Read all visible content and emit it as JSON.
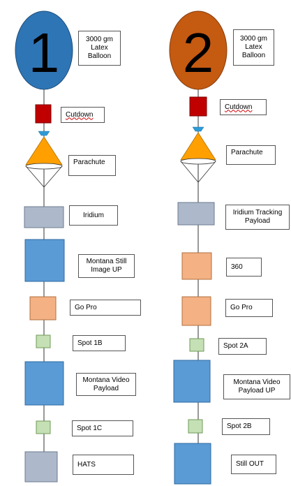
{
  "colors": {
    "balloon1": "#2e75b6",
    "balloon2": "#c55a11",
    "cutdown": "#c00000",
    "swivel": "#2e9bd6",
    "parachute": "#ffa000",
    "iridium": "#adb9ca",
    "payload_blue": "#5b9bd5",
    "gopro": "#f4b183",
    "spot": "#c5e0b4",
    "line": "#333333"
  },
  "stack1": {
    "number": "1",
    "balloon_label": "3000 gm\nLatex\nBalloon",
    "cutdown_label": "Cutdown",
    "parachute_label": "Parachute",
    "payloads": [
      {
        "label": "Iridium"
      },
      {
        "label": "Montana Still\nImage UP"
      },
      {
        "label": "Go Pro"
      },
      {
        "label": "Spot 1B"
      },
      {
        "label": "Montana Video\nPayload"
      },
      {
        "label": "Spot 1C"
      },
      {
        "label": "HATS"
      }
    ]
  },
  "stack2": {
    "number": "2",
    "balloon_label": "3000 gm\nLatex\nBalloon",
    "cutdown_label": "Cutdown",
    "parachute_label": "Parachute",
    "payloads": [
      {
        "label": "Iridium Tracking\nPayload"
      },
      {
        "label": "360"
      },
      {
        "label": "Go Pro"
      },
      {
        "label": "Spot 2A"
      },
      {
        "label": "Montana Video\nPayload UP"
      },
      {
        "label": "Spot 2B"
      },
      {
        "label": "Still OUT"
      }
    ]
  }
}
